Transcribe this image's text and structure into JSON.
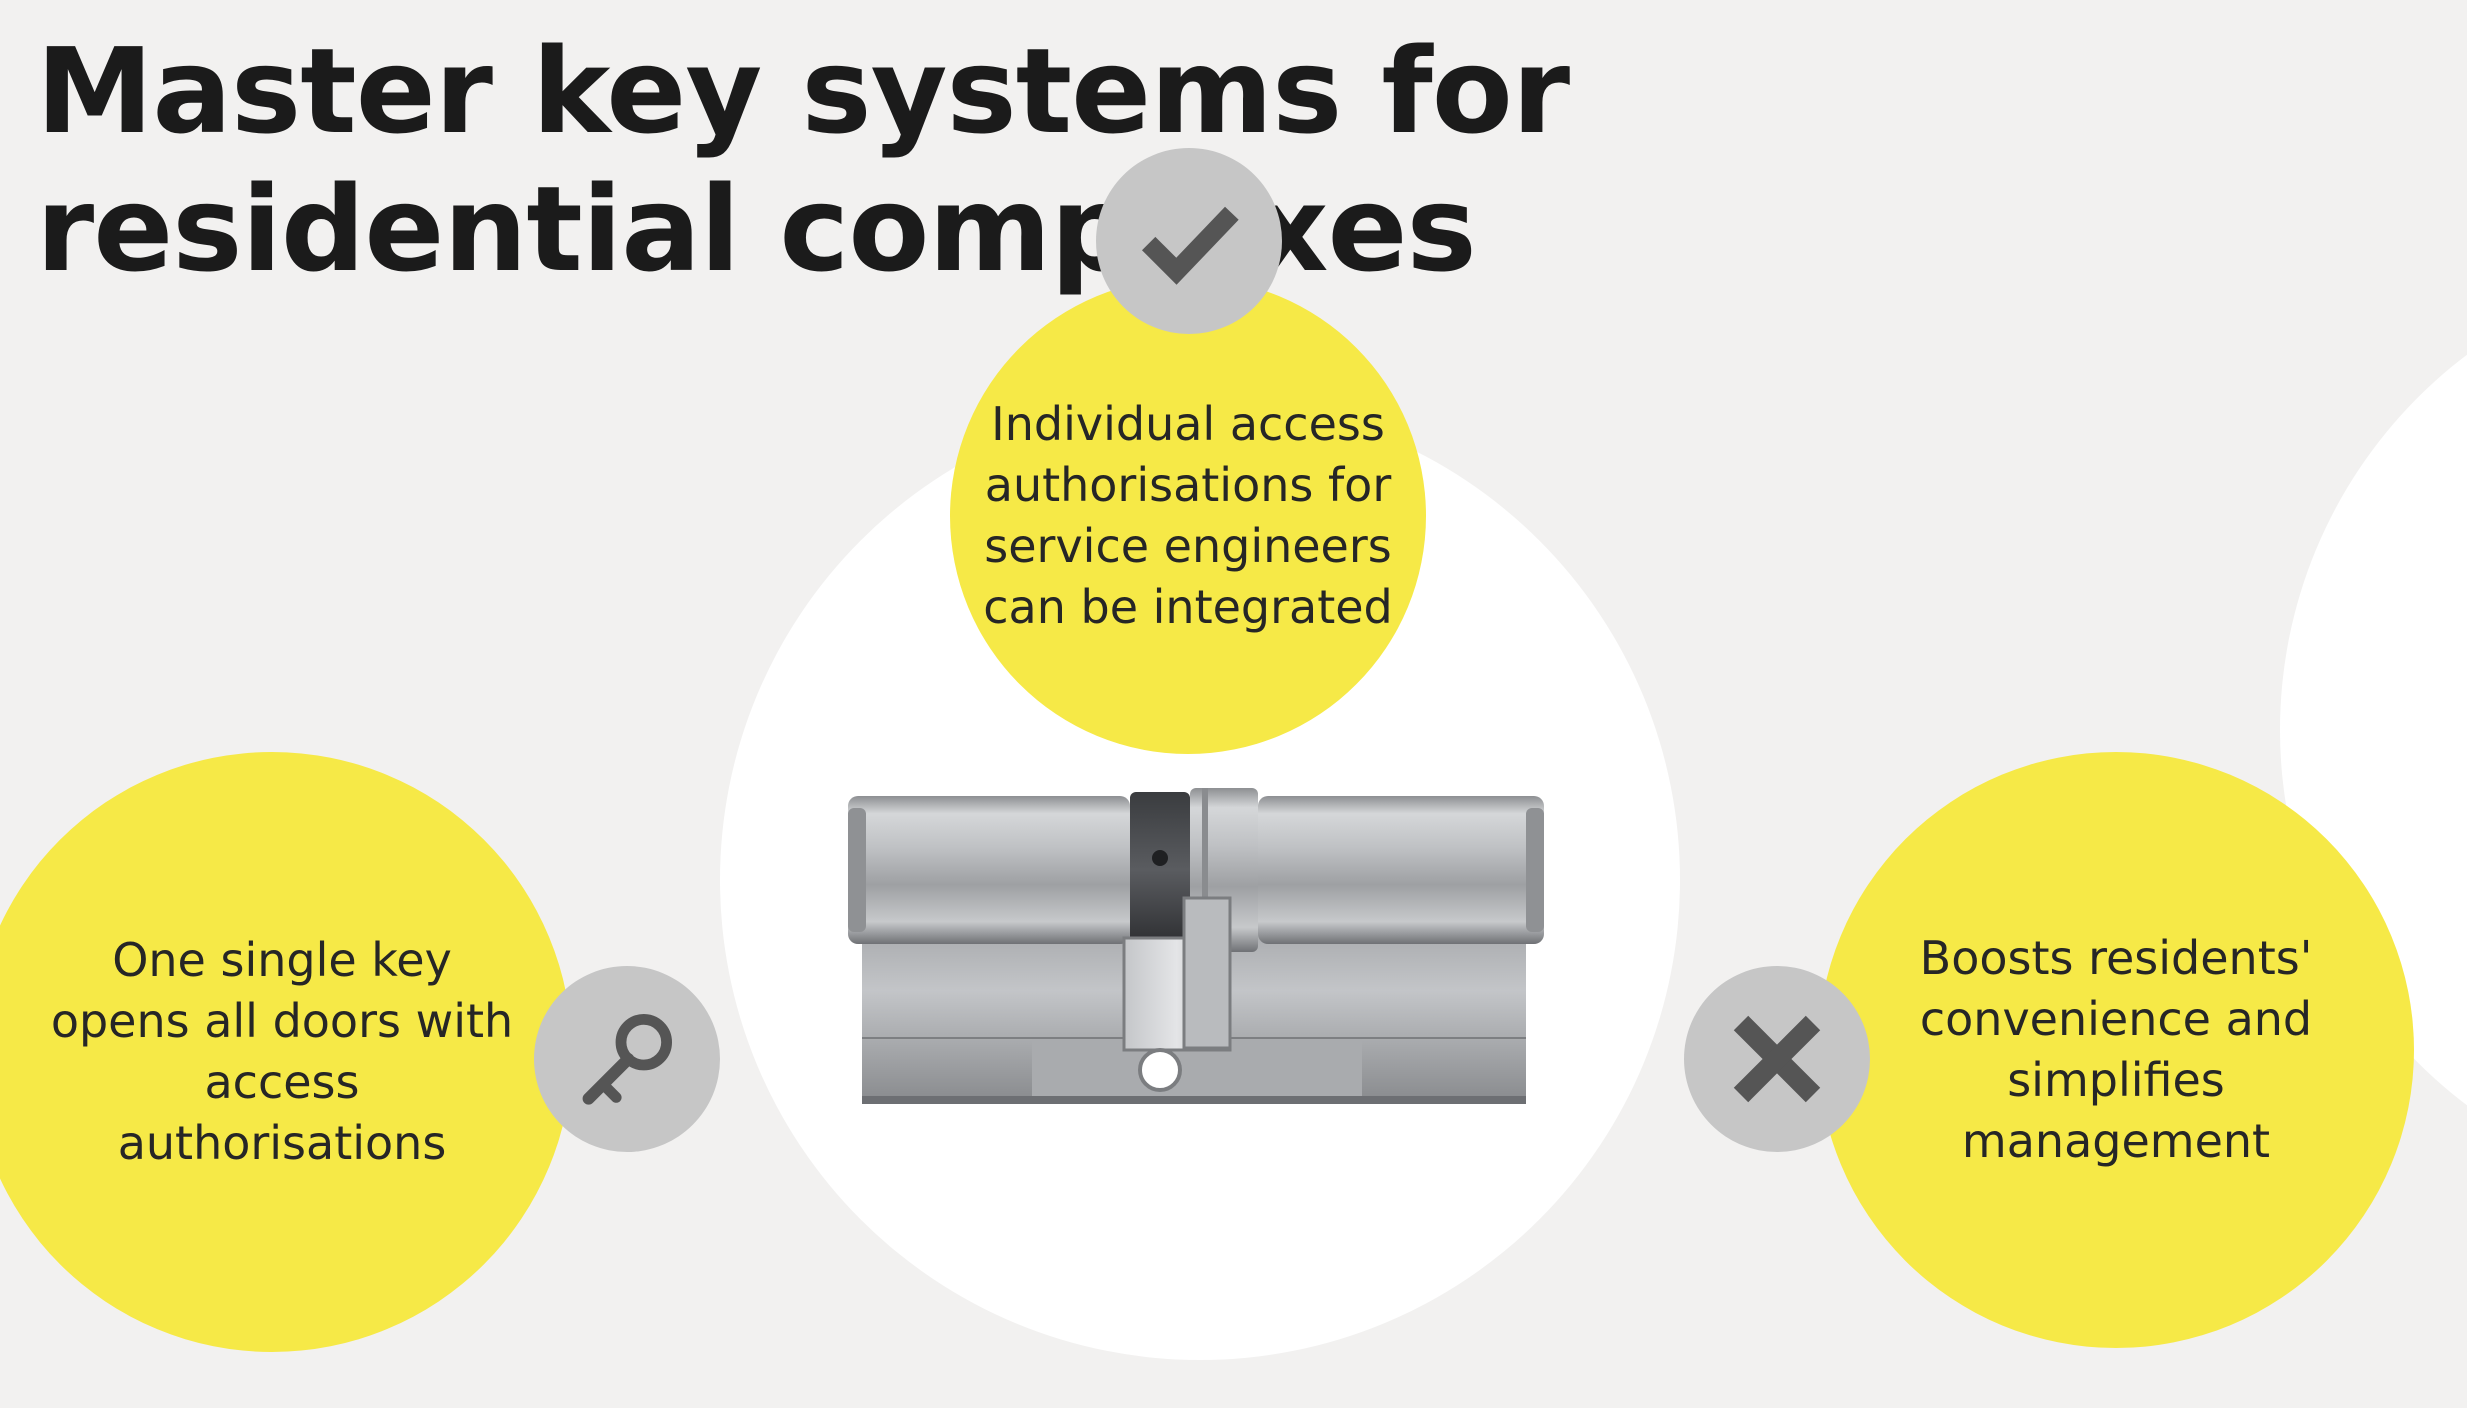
{
  "slide": {
    "title": "Master key systems for residential complexes"
  },
  "features": [
    {
      "lines": [
        "Individual access",
        "authorisations for",
        "service engineers",
        "can be integrated"
      ],
      "icon": "checkmark-icon"
    },
    {
      "lines": [
        "One single key",
        "opens all doors with",
        "access",
        "authorisations"
      ],
      "icon": "key-icon"
    },
    {
      "lines": [
        "Boosts residents'",
        "convenience and",
        "simplifies",
        "management"
      ],
      "icon": "cross-icon"
    }
  ],
  "colors": {
    "background": "#f2f1f0",
    "highlight_yellow": "#f6e947",
    "white_circle": "#ffffff",
    "icon_badge": "#c6c6c6",
    "icon_glyph": "#555555",
    "title_text": "#1b1b1b"
  },
  "illustration": {
    "subject": "double-cylinder-lock-icon"
  }
}
